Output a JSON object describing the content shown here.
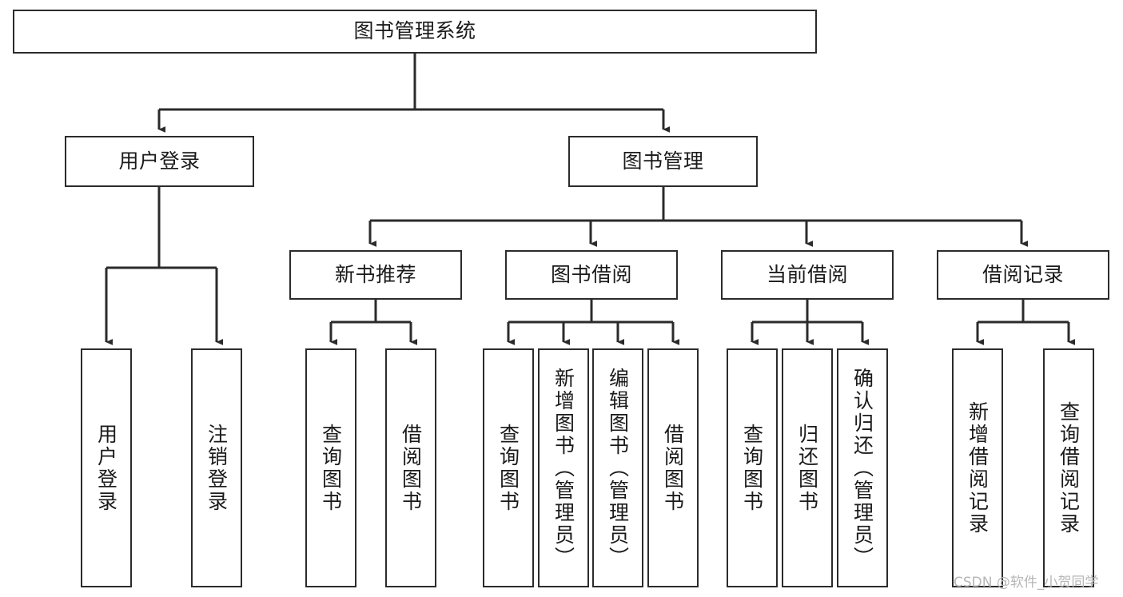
{
  "diagram": {
    "title": "图书管理系统",
    "type": "tree",
    "orientation": "top-down",
    "colors": {
      "box_border": "#2b2b2b",
      "box_fill": "#ffffff",
      "edge": "#2b2b2b",
      "background": "#ffffff",
      "watermark": "#b6b6b6"
    },
    "nodes": {
      "root": {
        "label": "图书管理系统"
      },
      "level2": [
        {
          "id": "user-login",
          "label": "用户登录"
        },
        {
          "id": "book-management",
          "label": "图书管理"
        }
      ],
      "level3": [
        {
          "id": "new-book-recommend",
          "label": "新书推荐"
        },
        {
          "id": "book-borrow",
          "label": "图书借阅"
        },
        {
          "id": "current-borrow",
          "label": "当前借阅"
        },
        {
          "id": "borrow-record",
          "label": "借阅记录"
        }
      ],
      "leaves": {
        "user_login": [
          {
            "id": "leaf-user-login",
            "label": "用户登录"
          },
          {
            "id": "leaf-logout-login",
            "label": "注销登录"
          }
        ],
        "new_book_recommend": [
          {
            "id": "leaf-query-book-1",
            "label": "查询图书"
          },
          {
            "id": "leaf-borrow-book-1",
            "label": "借阅图书"
          }
        ],
        "book_borrow": [
          {
            "id": "leaf-query-book-2",
            "label": "查询图书"
          },
          {
            "id": "leaf-add-book",
            "label": "新增图书（管理员）"
          },
          {
            "id": "leaf-edit-book",
            "label": "编辑图书（管理员）"
          },
          {
            "id": "leaf-borrow-book-2",
            "label": "借阅图书"
          }
        ],
        "current_borrow": [
          {
            "id": "leaf-query-book-3",
            "label": "查询图书"
          },
          {
            "id": "leaf-return-book",
            "label": "归还图书"
          },
          {
            "id": "leaf-confirm-return",
            "label": "确认归还（管理员）"
          }
        ],
        "borrow_record": [
          {
            "id": "leaf-add-record",
            "label": "新增借阅记录"
          },
          {
            "id": "leaf-query-record",
            "label": "查询借阅记录"
          }
        ]
      }
    },
    "watermark": "CSDN @软件_小贺同学"
  }
}
